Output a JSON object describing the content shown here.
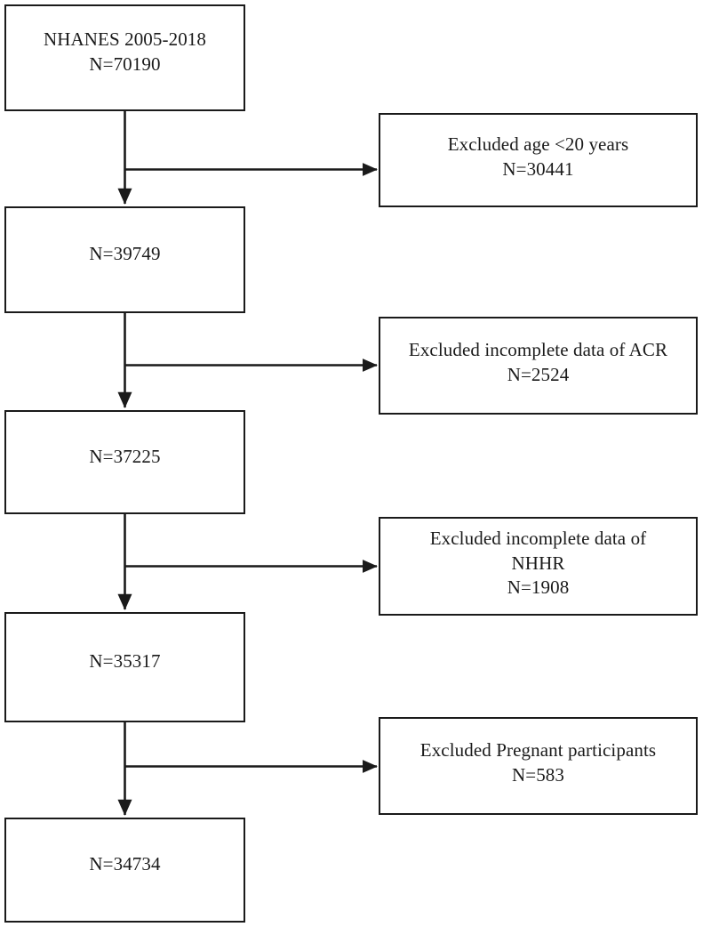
{
  "figure": {
    "type": "flowchart",
    "orientation": "top-to-bottom with right-side exclusion branches",
    "background_color": "#ffffff",
    "line_color": "#1a1a1a"
  },
  "main_nodes": [
    {
      "id": "node-enrolled",
      "lines": [
        "NHANES 2005-2018",
        "N=70190"
      ],
      "count": 70190,
      "label": "NHANES 2005-2018"
    },
    {
      "id": "node-after-age",
      "lines": [
        "N=39749"
      ],
      "count": 39749,
      "label": "N=39749"
    },
    {
      "id": "node-after-acr",
      "lines": [
        "N=37225"
      ],
      "count": 37225,
      "label": "N=37225"
    },
    {
      "id": "node-after-nhhr",
      "lines": [
        "N=35317"
      ],
      "count": 35317,
      "label": "N=35317"
    },
    {
      "id": "node-final",
      "lines": [
        "N=34734"
      ],
      "count": 34734,
      "label": "N=34734"
    }
  ],
  "exclusion_nodes": [
    {
      "id": "excl-age",
      "lines": [
        "Excluded age <20 years",
        "N=30441"
      ],
      "reason": "Excluded age <20 years",
      "count": 30441
    },
    {
      "id": "excl-acr",
      "lines": [
        "Excluded incomplete data of ACR",
        "N=2524"
      ],
      "reason": "Excluded incomplete data of ACR",
      "count": 2524
    },
    {
      "id": "excl-nhhr",
      "lines": [
        "Excluded incomplete data of",
        "NHHR",
        "N=1908"
      ],
      "reason": "Excluded incomplete data of NHHR",
      "count": 1908
    },
    {
      "id": "excl-pregnant",
      "lines": [
        "Excluded Pregnant participants",
        "N=583"
      ],
      "reason": "Excluded Pregnant participants",
      "count": 583
    }
  ]
}
